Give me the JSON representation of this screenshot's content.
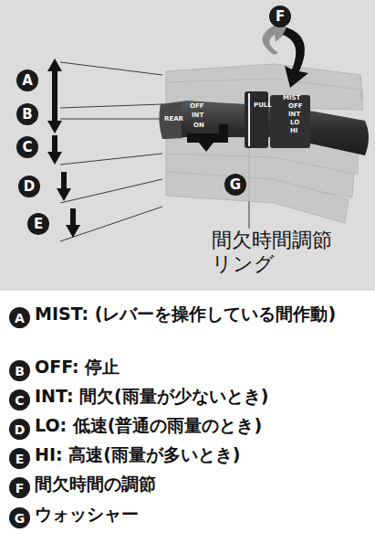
{
  "diagram": {
    "nodes": [
      {
        "text": [
          "A"
        ]
      },
      {
        "text": [
          "B"
        ]
      },
      {
        "text": [
          "C"
        ]
      },
      {
        "text": [
          "D"
        ]
      },
      {
        "text": [
          "E"
        ]
      },
      {
        "text": [
          "F"
        ]
      },
      {
        "text": [
          "G"
        ]
      },
      {
        "text": [
          "A"
        ]
      },
      {
        "text": [
          "B"
        ]
      },
      {
        "text": [
          "C"
        ]
      },
      {
        "text": [
          "D"
        ]
      },
      {
        "text": [
          "E"
        ]
      },
      {
        "text": [
          "F"
        ]
      },
      {
        "text": [
          "G"
        ]
      }
    ],
    "edges": [],
    "labels": [
      "MIST",
      "OFF",
      "INT",
      "LO",
      "HI",
      "PULL",
      "REAR",
      "OFF",
      "INT",
      "ON",
      "間欠時間調節 リング",
      "MIST: (レバーを操作している間作動)",
      "OFF: 停止",
      "INT: 間欠(雨量が少ないとき)",
      "LO: 低速(普通の雨量のとき)",
      "HI: 高速(雨量が多いとき)",
      "間欠時間の調節",
      "ウォッシャー"
    ]
  }
}
